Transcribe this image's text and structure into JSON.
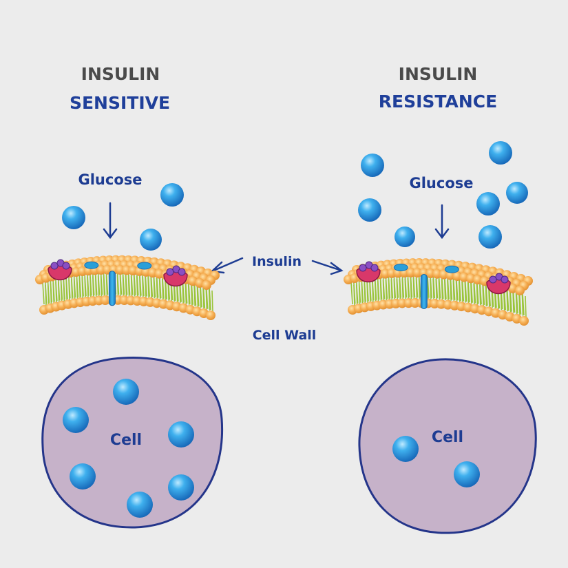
{
  "panels": {
    "left": {
      "line1": "INSULIN",
      "line2": "SENSITIVE",
      "glucose_label": "Glucose",
      "cell_label": "Cell"
    },
    "right": {
      "line1": "INSULIN",
      "line2": "RESISTANCE",
      "glucose_label": "Glucose",
      "cell_label": "Cell"
    }
  },
  "center": {
    "insulin_label": "Insulin",
    "cell_wall_label": "Cell Wall"
  },
  "colors": {
    "background": "#ececec",
    "title_dark": "#4a4a4a",
    "title_blue": "#1f3f9a",
    "label_blue": "#1d3c92",
    "glucose": "#1e8fd8",
    "cell_fill": "#c6b2c9",
    "cell_stroke": "#24358a",
    "lipid_head": "#f5ae54",
    "lipid_tail": "#9ac43a",
    "receptor": "#d8386a",
    "receptor_top": "#8a4fc4",
    "channel": "#2a9fd8"
  },
  "icons": [
    "glucose-molecule-icon",
    "down-arrow-icon",
    "double-arrow-icon",
    "insulin-receptor-icon",
    "membrane-channel-icon"
  ]
}
